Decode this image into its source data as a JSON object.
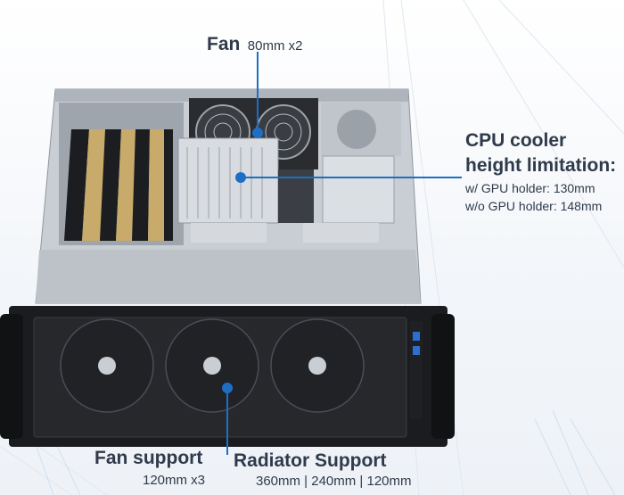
{
  "fan_top": {
    "title": "Fan",
    "spec": "80mm x2"
  },
  "cpu_cooler": {
    "title_line1": "CPU cooler",
    "title_line2": "height limitation:",
    "line1": "w/ GPU holder: 130mm",
    "line2": "w/o GPU holder: 148mm"
  },
  "fan_support": {
    "title": "Fan support",
    "spec": "120mm x3"
  },
  "radiator_support": {
    "title": "Radiator Support",
    "spec": "360mm | 240mm | 120mm"
  },
  "colors": {
    "accent": "#1e6fc4",
    "text": "#2f3a4a"
  }
}
